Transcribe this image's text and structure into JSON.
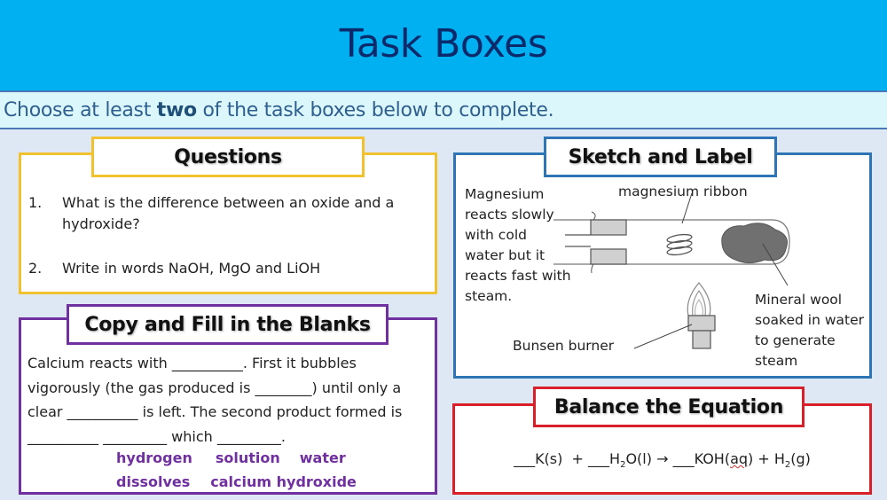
{
  "header": {
    "title": "Task Boxes"
  },
  "instruction": {
    "prefix": "Choose at least ",
    "emphasis": "two",
    "suffix": " of the task boxes below to complete."
  },
  "colors": {
    "title_bg": "#00b0f0",
    "questions_border": "#f2c12e",
    "fill_blanks_border": "#7030a0",
    "sketch_border": "#2e75b6",
    "equation_border": "#d9202a",
    "word_bank_text": "#7030a0"
  },
  "questions": {
    "title": "Questions",
    "items": [
      {
        "num": "1.",
        "text": "What is the difference between an oxide and a hydroxide?"
      },
      {
        "num": "2.",
        "text": "Write in words NaOH, MgO and LiOH"
      }
    ]
  },
  "fill_blanks": {
    "title": "Copy and Fill in the Blanks",
    "lines": [
      "Calcium reacts with __________. First it bubbles",
      "vigorously (the gas produced is ________) until only a",
      "clear __________ is left. The second product formed is",
      "__________ _________ which _________."
    ],
    "word_bank": {
      "row1": [
        "hydrogen",
        "solution",
        "water"
      ],
      "row2": [
        "dissolves",
        "calcium hydroxide"
      ]
    }
  },
  "sketch": {
    "title": "Sketch and Label",
    "description": [
      "Magnesium",
      "reacts slowly",
      "with cold",
      "water but it",
      "reacts fast with",
      "steam."
    ],
    "label_ribbon": "magnesium ribbon",
    "label_wool": [
      "Mineral wool",
      "soaked in water",
      "to generate",
      "steam"
    ],
    "label_burner": "Bunsen burner"
  },
  "equation": {
    "title": "Balance the Equation",
    "blank": "___",
    "reactant1": "K(s)",
    "plus": "+",
    "reactant2_pre": "H",
    "reactant2_sub": "2",
    "reactant2_post": "O(l)",
    "arrow": "→",
    "product1_pre": "KOH(",
    "product1_aq": "aq",
    "product1_post": ")",
    "product2_pre": "H",
    "product2_sub": "2",
    "product2_post": "(g)"
  }
}
